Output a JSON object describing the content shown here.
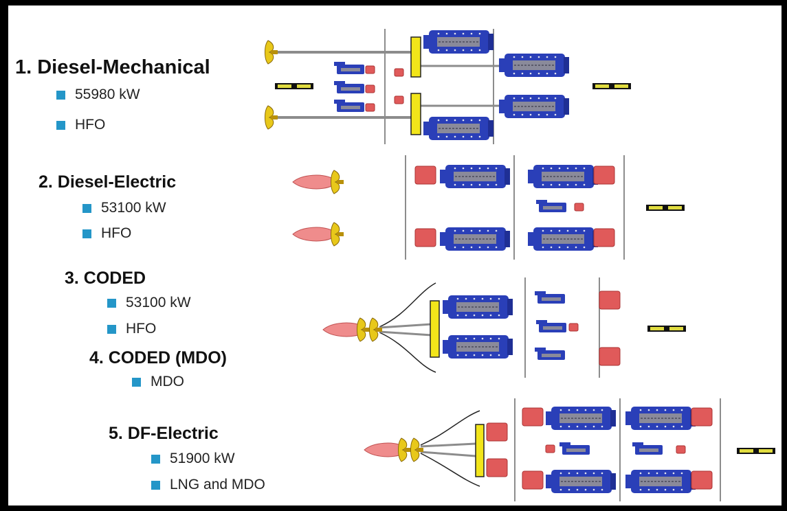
{
  "configs": [
    {
      "heading": "1. Diesel-Mechanical",
      "bullets": [
        {
          "text": "55980 kW",
          "icon": "bullet-square-icon"
        },
        {
          "text": "HFO",
          "icon": "bullet-square-icon"
        }
      ]
    },
    {
      "heading": "2. Diesel-Electric",
      "bullets": [
        {
          "text": "53100 kW",
          "icon": "bullet-square-icon"
        },
        {
          "text": "HFO",
          "icon": "bullet-square-icon"
        }
      ]
    },
    {
      "heading": "3. CODED",
      "bullets": [
        {
          "text": "53100 kW",
          "icon": "bullet-square-icon"
        },
        {
          "text": "HFO",
          "icon": "bullet-square-icon"
        }
      ]
    },
    {
      "heading": "4. CODED (MDO)",
      "bullets": [
        {
          "text": "MDO",
          "icon": "bullet-square-icon"
        }
      ]
    },
    {
      "heading": "5. DF-Electric",
      "bullets": [
        {
          "text": "51900 kW",
          "icon": "bullet-square-icon"
        },
        {
          "text": "LNG and MDO",
          "icon": "bullet-square-icon"
        }
      ]
    }
  ],
  "colors": {
    "bullet": "#2496c8",
    "engine": "#2a3fb8",
    "engine_core": "#8a8a9a",
    "generator": "#e05a5a",
    "gearbox": "#f2e51a",
    "propeller": "#e8c81a",
    "pod": "#ef8c8c",
    "shaft": "#8c8c8c",
    "bulkhead": "#8c8c8c",
    "frame": "#000000"
  }
}
